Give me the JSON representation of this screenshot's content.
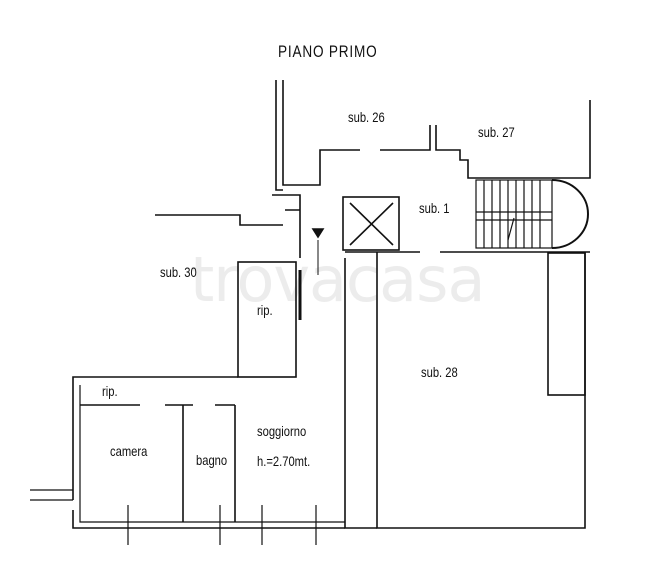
{
  "title": "PIANO PRIMO",
  "watermark": "trovacasa",
  "labels": {
    "sub26": "sub. 26",
    "sub27": "sub. 27",
    "sub1": "sub. 1",
    "sub30": "sub. 30",
    "rip_upper": "rip.",
    "sub28": "sub. 28",
    "rip_lower": "rip.",
    "camera": "camera",
    "bagno": "bagno",
    "soggiorno": "soggiorno",
    "height": "h.=2.70mt."
  }
}
